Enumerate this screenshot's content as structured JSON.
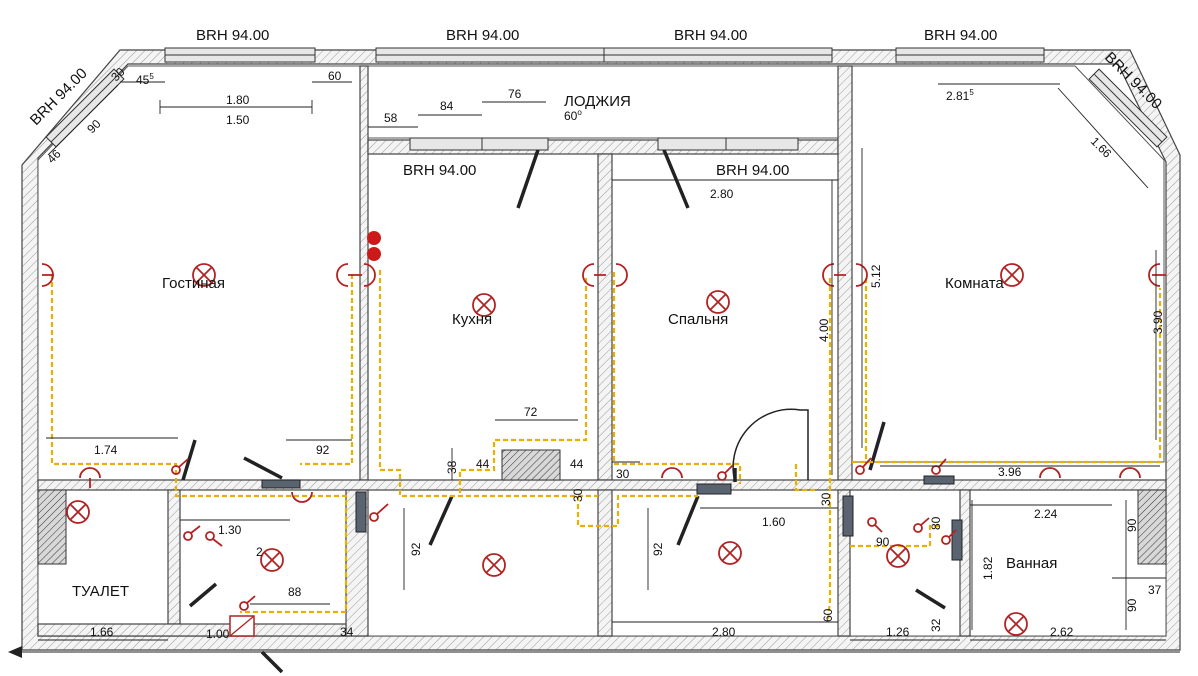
{
  "rooms": {
    "living": "Гостиная",
    "kitchen": "Кухня",
    "bedroom": "Спальня",
    "room": "Комната",
    "loggia": "ЛОДЖИЯ",
    "toilet": "ТУАЛЕТ",
    "bathroom": "Ванная"
  },
  "windows": {
    "w1": "BRH 94.00",
    "w2": "BRH 94.00",
    "w3": "BRH 94.00",
    "w4": "BRH 94.00",
    "w5": "BRH 94.00",
    "w6": "BRH 94.00",
    "w7": "BRH 94.00",
    "w8": "BRH 94.00"
  },
  "dims": {
    "d30": "30",
    "d45": "45",
    "d45sup": "5",
    "d60a": "60",
    "d180": "1.80",
    "d150": "1.50",
    "d90a": "90",
    "d46": "46",
    "d58": "58",
    "d84": "84",
    "d76": "76",
    "d60b": "60",
    "d60bsup": "o",
    "d281": "2.81",
    "d281sup": "5",
    "d166a": "1.66",
    "d280a": "2.80",
    "d512": "5.12",
    "d400": "4.00",
    "d390": "3.90",
    "d72": "72",
    "d174": "1.74",
    "d92a": "92",
    "d38": "38",
    "d44a": "44",
    "d44b": "44",
    "d30b": "30",
    "d30c": "30",
    "d396": "3.96",
    "d130": "1.30",
    "d2": "2",
    "d88": "88",
    "d92b": "92",
    "d92c": "92",
    "d160": "1.60",
    "d30d": "30",
    "d90b": "90",
    "d80": "80",
    "d224": "2.24",
    "d90c": "90",
    "d182": "1.82",
    "d37": "37",
    "d90d": "90",
    "d166b": "1.66",
    "d100": "1.00",
    "d34": "34",
    "d280b": "2.80",
    "d60c": "60",
    "d126": "1.26",
    "d32": "32",
    "d262": "2.62"
  }
}
